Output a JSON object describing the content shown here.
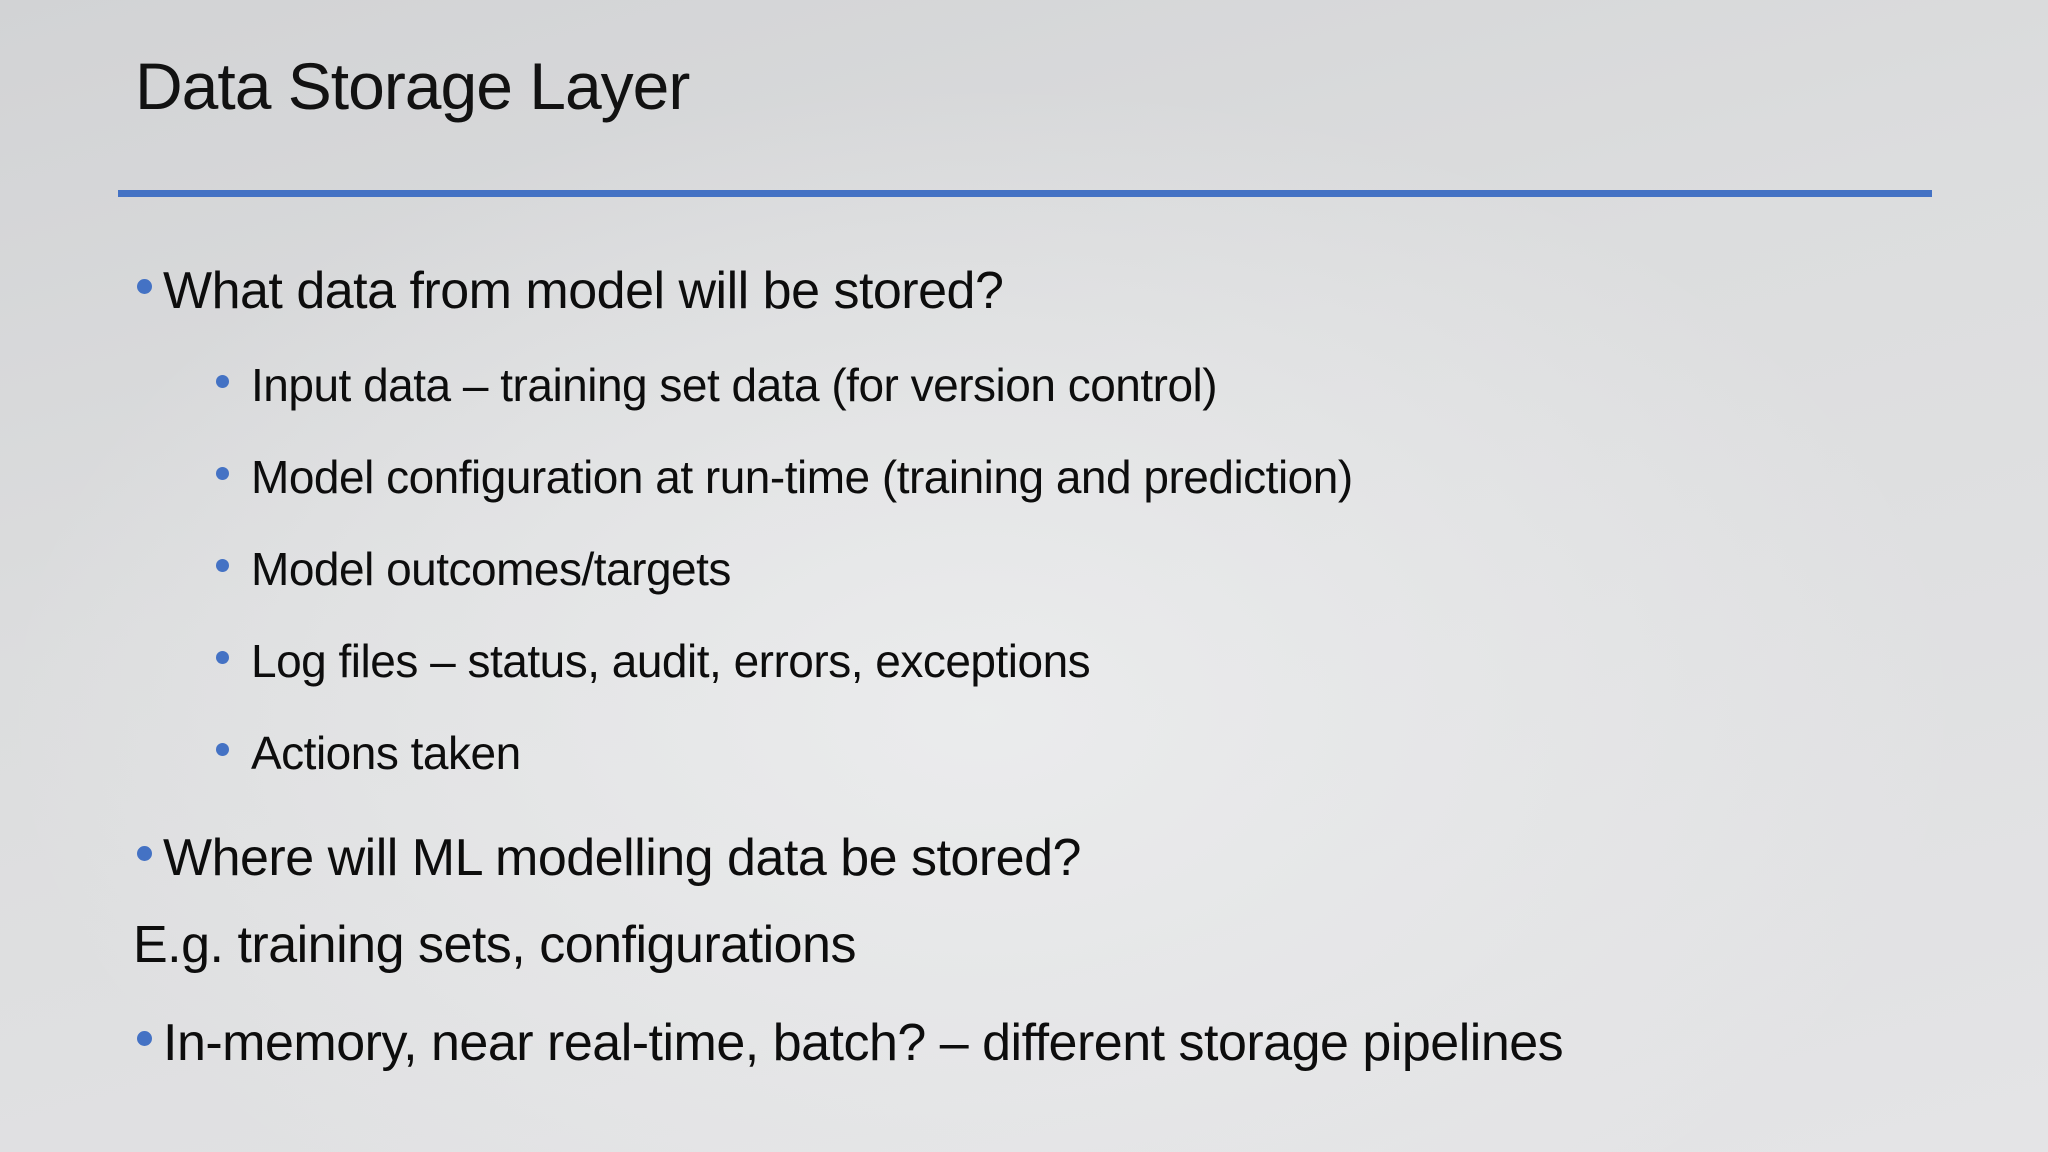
{
  "slide": {
    "title": "Data Storage Layer",
    "colors": {
      "accent_blue": "#4472C4",
      "text": "#0d0d0d",
      "background_top": "#d2d3d5",
      "background_bottom": "#e4e4e6"
    },
    "items": [
      {
        "level": 1,
        "bullet": true,
        "text": "What data from model will be stored?"
      },
      {
        "level": 2,
        "bullet": true,
        "text": "Input data – training set data (for version control)"
      },
      {
        "level": 2,
        "bullet": true,
        "text": "Model configuration at run-time (training and prediction)"
      },
      {
        "level": 2,
        "bullet": true,
        "text": "Model outcomes/targets"
      },
      {
        "level": 2,
        "bullet": true,
        "text": "Log files – status, audit, errors, exceptions"
      },
      {
        "level": 2,
        "bullet": true,
        "text": "Actions taken"
      },
      {
        "level": 1,
        "bullet": true,
        "text": "Where will ML modelling data be stored?"
      },
      {
        "level": 1,
        "bullet": false,
        "text": "E.g. training sets, configurations"
      },
      {
        "level": 1,
        "bullet": true,
        "text": "In-memory, near real-time, batch? – different storage pipelines"
      }
    ]
  }
}
